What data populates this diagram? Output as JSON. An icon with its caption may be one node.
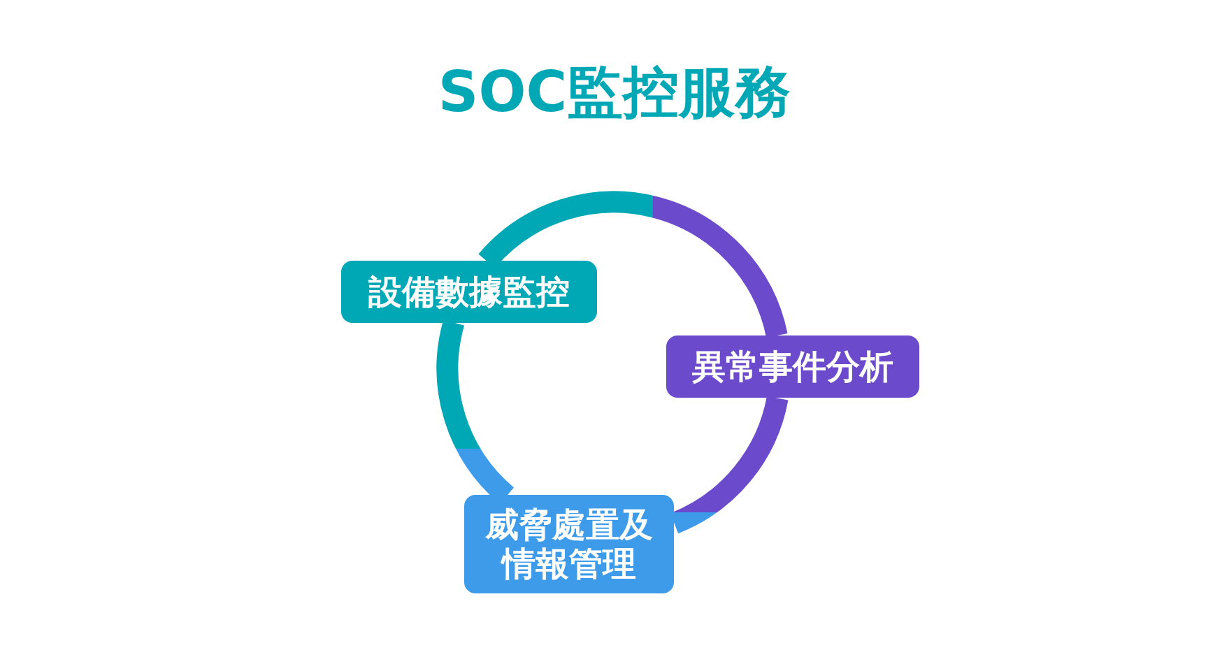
{
  "diagram": {
    "title": "SOC監控服務",
    "nodes": [
      {
        "text": [
          "設備數據監控"
        ]
      },
      {
        "text": [
          "異常事件分析"
        ]
      },
      {
        "text": [
          "威脅處置及情報管理"
        ]
      }
    ],
    "edges": [
      {
        "from": 0,
        "to": 1,
        "arrow": "none"
      },
      {
        "from": 1,
        "to": 2,
        "arrow": "none"
      },
      {
        "from": 2,
        "to": 0,
        "arrow": "none"
      }
    ]
  }
}
